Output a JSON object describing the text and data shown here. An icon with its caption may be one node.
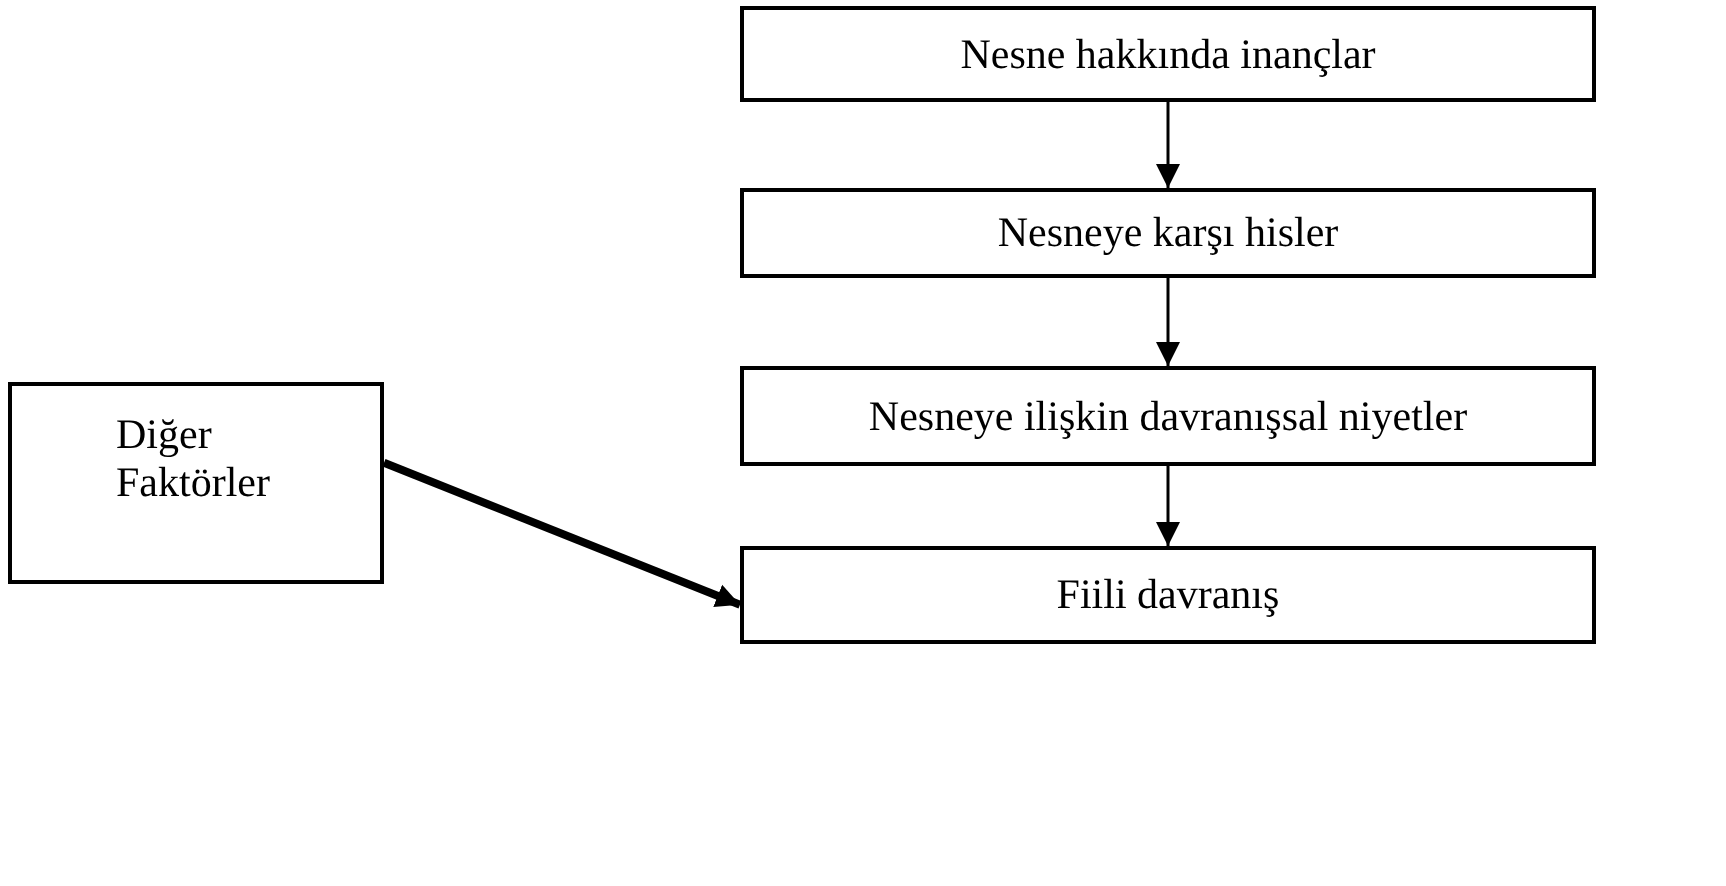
{
  "diagram": {
    "nodes": [
      {
        "text": [
          "Nesne hakkında inançlar"
        ]
      },
      {
        "text": [
          "Nesneye karşı hisler"
        ]
      },
      {
        "text": [
          "Nesneye ilişkin davranışsal niyetler"
        ]
      },
      {
        "text": [
          "Fiili davranış"
        ]
      },
      {
        "text": [
          "Diğer Faktörler"
        ]
      }
    ],
    "edges": [
      {
        "from": 0,
        "to": 1,
        "arrow": "to"
      },
      {
        "from": 1,
        "to": 2,
        "arrow": "to"
      },
      {
        "from": 2,
        "to": 3,
        "arrow": "to"
      },
      {
        "from": 4,
        "to": 3,
        "arrow": "to",
        "style": "thick"
      }
    ]
  }
}
